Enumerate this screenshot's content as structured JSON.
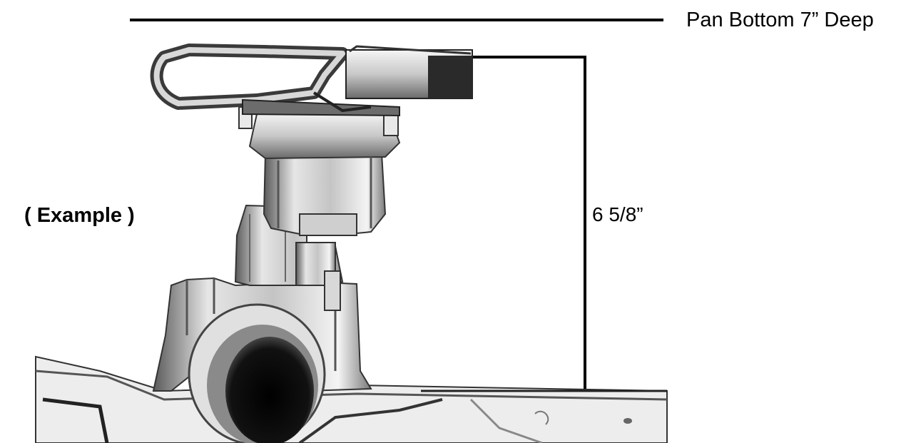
{
  "labels": {
    "pan_bottom": "Pan Bottom 7” Deep",
    "measurement": "6 5/8”",
    "example": "( Example )"
  },
  "colors": {
    "line": "#000000",
    "metal_light": "#f2f2f2",
    "metal_mid": "#b8b8b8",
    "metal_dark": "#4a4a4a",
    "shadow": "#111111"
  }
}
